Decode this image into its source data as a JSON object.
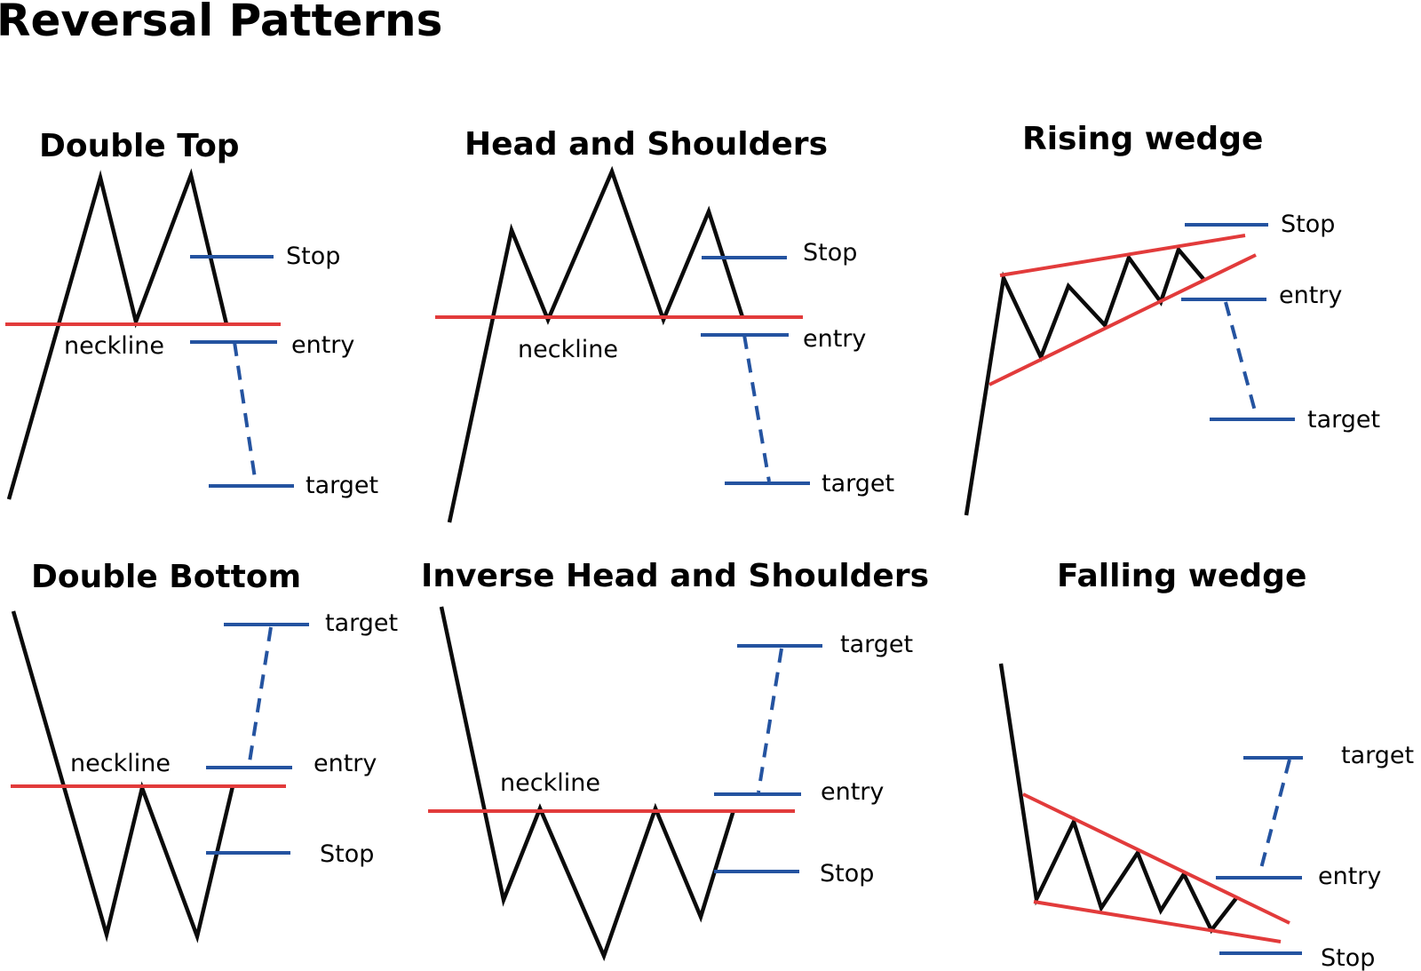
{
  "title": "Reversal Patterns",
  "colors": {
    "price": "#0b0b0b",
    "trendline": "#e23b3b",
    "level": "#2453a0"
  },
  "patterns": {
    "double_top": {
      "title": "Double Top",
      "neckline": "neckline",
      "stop": "Stop",
      "entry": "entry",
      "target": "target"
    },
    "head_shoulders": {
      "title": "Head and Shoulders",
      "neckline": "neckline",
      "stop": "Stop",
      "entry": "entry",
      "target": "target"
    },
    "rising_wedge": {
      "title": "Rising wedge",
      "stop": "Stop",
      "entry": "entry",
      "target": "target"
    },
    "double_bottom": {
      "title": "Double Bottom",
      "neckline": "neckline",
      "target": "target",
      "entry": "entry",
      "stop": "Stop"
    },
    "inverse_head_shoulders": {
      "title": "Inverse Head and Shoulders",
      "neckline": "neckline",
      "target": "target",
      "entry": "entry",
      "stop": "Stop"
    },
    "falling_wedge": {
      "title": "Falling wedge",
      "target": "target",
      "entry": "entry",
      "stop": "Stop"
    }
  }
}
